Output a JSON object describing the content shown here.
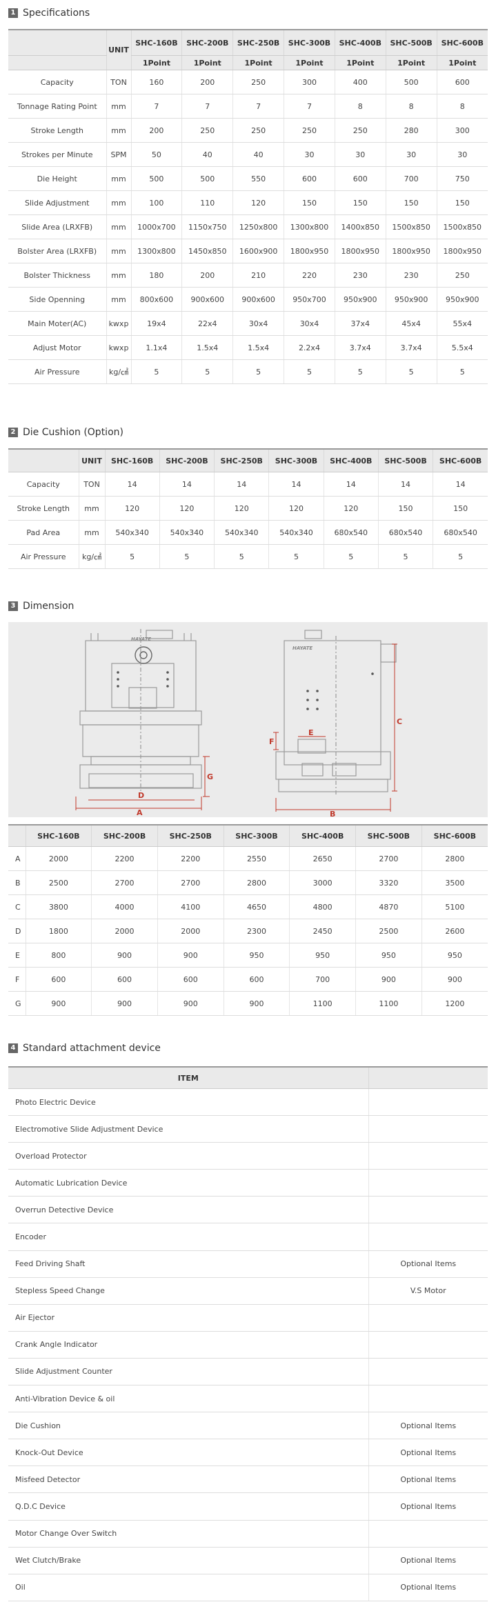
{
  "sections": {
    "s1": {
      "num": "1",
      "title": "Specifications"
    },
    "s2": {
      "num": "2",
      "title": "Die Cushion (Option)"
    },
    "s3": {
      "num": "3",
      "title": "Dimension"
    },
    "s4": {
      "num": "4",
      "title": "Standard attachment device"
    }
  },
  "models": [
    "SHC-160B",
    "SHC-200B",
    "SHC-250B",
    "SHC-300B",
    "SHC-400B",
    "SHC-500B",
    "SHC-600B"
  ],
  "unit_label": "UNIT",
  "spec": {
    "points": [
      "1Point",
      "1Point",
      "1Point",
      "1Point",
      "1Point",
      "1Point",
      "1Point"
    ],
    "rows": [
      {
        "label": "Capacity",
        "unit": "TON",
        "values": [
          "160",
          "200",
          "250",
          "300",
          "400",
          "500",
          "600"
        ]
      },
      {
        "label": "Tonnage Rating Point",
        "unit": "mm",
        "values": [
          "7",
          "7",
          "7",
          "7",
          "8",
          "8",
          "8"
        ]
      },
      {
        "label": "Stroke Length",
        "unit": "mm",
        "values": [
          "200",
          "250",
          "250",
          "250",
          "250",
          "280",
          "300"
        ]
      },
      {
        "label": "Strokes per Minute",
        "unit": "SPM",
        "values": [
          "50",
          "40",
          "40",
          "30",
          "30",
          "30",
          "30"
        ]
      },
      {
        "label": "Die Height",
        "unit": "mm",
        "values": [
          "500",
          "500",
          "550",
          "600",
          "600",
          "700",
          "750"
        ]
      },
      {
        "label": "Slide Adjustment",
        "unit": "mm",
        "values": [
          "100",
          "110",
          "120",
          "150",
          "150",
          "150",
          "150"
        ]
      },
      {
        "label": "Slide Area (LRXFB)",
        "unit": "mm",
        "values": [
          "1000x700",
          "1150x750",
          "1250x800",
          "1300x800",
          "1400x850",
          "1500x850",
          "1500x850"
        ]
      },
      {
        "label": "Bolster Area (LRXFB)",
        "unit": "mm",
        "values": [
          "1300x800",
          "1450x850",
          "1600x900",
          "1800x950",
          "1800x950",
          "1800x950",
          "1800x950"
        ]
      },
      {
        "label": "Bolster Thickness",
        "unit": "mm",
        "values": [
          "180",
          "200",
          "210",
          "220",
          "230",
          "230",
          "250"
        ]
      },
      {
        "label": "Side Openning",
        "unit": "mm",
        "values": [
          "800x600",
          "900x600",
          "900x600",
          "950x700",
          "950x900",
          "950x900",
          "950x900"
        ]
      },
      {
        "label": "Main Moter(AC)",
        "unit": "kwxp",
        "values": [
          "19x4",
          "22x4",
          "30x4",
          "30x4",
          "37x4",
          "45x4",
          "55x4"
        ]
      },
      {
        "label": "Adjust Motor",
        "unit": "kwxp",
        "values": [
          "1.1x4",
          "1.5x4",
          "1.5x4",
          "2.2x4",
          "3.7x4",
          "3.7x4",
          "5.5x4"
        ]
      },
      {
        "label": "Air Pressure",
        "unit": "kg/㎠",
        "values": [
          "5",
          "5",
          "5",
          "5",
          "5",
          "5",
          "5"
        ]
      }
    ]
  },
  "die_cushion": {
    "rows": [
      {
        "label": "Capacity",
        "unit": "TON",
        "values": [
          "14",
          "14",
          "14",
          "14",
          "14",
          "14",
          "14"
        ]
      },
      {
        "label": "Stroke Length",
        "unit": "mm",
        "values": [
          "120",
          "120",
          "120",
          "120",
          "120",
          "150",
          "150"
        ]
      },
      {
        "label": "Pad Area",
        "unit": "mm",
        "values": [
          "540x340",
          "540x340",
          "540x340",
          "540x340",
          "680x540",
          "680x540",
          "680x540"
        ]
      },
      {
        "label": "Air Pressure",
        "unit": "kg/㎠",
        "values": [
          "5",
          "5",
          "5",
          "5",
          "5",
          "5",
          "5"
        ]
      }
    ]
  },
  "diagram": {
    "logo_text": "HAYATE",
    "front_labels": {
      "g": "G",
      "d": "D",
      "a": "A"
    },
    "side_labels": {
      "c": "C",
      "f": "F",
      "e": "E",
      "b": "B"
    },
    "accent_color": "#c0392b"
  },
  "dimension": {
    "rows": [
      {
        "label": "A",
        "values": [
          "2000",
          "2200",
          "2200",
          "2550",
          "2650",
          "2700",
          "2800"
        ]
      },
      {
        "label": "B",
        "values": [
          "2500",
          "2700",
          "2700",
          "2800",
          "3000",
          "3320",
          "3500"
        ]
      },
      {
        "label": "C",
        "values": [
          "3800",
          "4000",
          "4100",
          "4650",
          "4800",
          "4870",
          "5100"
        ]
      },
      {
        "label": "D",
        "values": [
          "1800",
          "2000",
          "2000",
          "2300",
          "2450",
          "2500",
          "2600"
        ]
      },
      {
        "label": "E",
        "values": [
          "800",
          "900",
          "900",
          "950",
          "950",
          "950",
          "950"
        ]
      },
      {
        "label": "F",
        "values": [
          "600",
          "600",
          "600",
          "600",
          "700",
          "900",
          "900"
        ]
      },
      {
        "label": "G",
        "values": [
          "900",
          "900",
          "900",
          "900",
          "1100",
          "1100",
          "1200"
        ]
      }
    ]
  },
  "attachments": {
    "header": "ITEM",
    "rows": [
      {
        "item": "Photo Electric Device",
        "note": ""
      },
      {
        "item": "Electromotive Slide Adjustment Device",
        "note": ""
      },
      {
        "item": "Overload Protector",
        "note": ""
      },
      {
        "item": "Automatic Lubrication Device",
        "note": ""
      },
      {
        "item": "Overrun Detective Device",
        "note": ""
      },
      {
        "item": "Encoder",
        "note": ""
      },
      {
        "item": "Feed Driving Shaft",
        "note": "Optional Items"
      },
      {
        "item": "Stepless Speed Change",
        "note": "V.S Motor"
      },
      {
        "item": "Air Ejector",
        "note": ""
      },
      {
        "item": "Crank Angle Indicator",
        "note": ""
      },
      {
        "item": "Slide Adjustment Counter",
        "note": ""
      },
      {
        "item": "Anti-Vibration Device & oil",
        "note": ""
      },
      {
        "item": "Die Cushion",
        "note": "Optional Items"
      },
      {
        "item": "Knock-Out Device",
        "note": "Optional Items"
      },
      {
        "item": "Misfeed Detector",
        "note": "Optional Items"
      },
      {
        "item": "Q.D.C Device",
        "note": "Optional Items"
      },
      {
        "item": "Motor Change Over Switch",
        "note": ""
      },
      {
        "item": "Wet Clutch/Brake",
        "note": "Optional Items"
      },
      {
        "item": "Oil",
        "note": "Optional Items"
      }
    ]
  }
}
